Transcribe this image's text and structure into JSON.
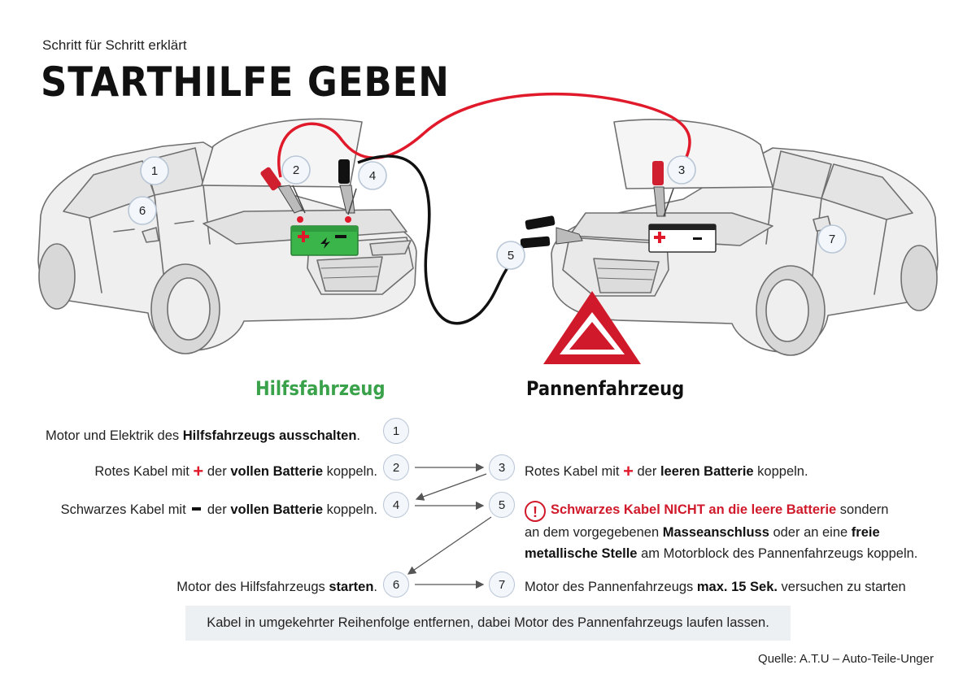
{
  "header": {
    "subtitle": "Schritt für Schritt erklärt",
    "title": "STARTHILFE GEBEN"
  },
  "vehicles": {
    "help": "Hilfsfahrzeug",
    "broken": "Pannenfahrzeug"
  },
  "diagram_markers": [
    "1",
    "2",
    "3",
    "4",
    "5",
    "6",
    "7"
  ],
  "steps": {
    "s1": {
      "num": "1",
      "pre": "Motor und Elektrik des ",
      "bold": "Hilfsfahrzeugs ausschalten",
      "post": "."
    },
    "s2": {
      "num": "2",
      "pre": "Rotes Kabel mit ",
      "mid": " der ",
      "bold": "vollen Batterie",
      "post": " koppeln."
    },
    "s3": {
      "num": "3",
      "pre": "Rotes Kabel mit ",
      "mid": " der ",
      "bold": "leeren Batterie",
      "post": " koppeln."
    },
    "s4": {
      "num": "4",
      "pre": "Schwarzes Kabel mit ",
      "mid": " der ",
      "bold": "vollen Batterie",
      "post": " koppeln."
    },
    "s5": {
      "num": "5",
      "warn": "!",
      "red": "Schwarzes Kabel NICHT an die leere Batterie",
      "a": " sondern",
      "b": "an dem vorgegebenen ",
      "b_bold": "Masseanschluss",
      "c": " oder an eine ",
      "c_bold": "freie",
      "d_bold": "metallische Stelle",
      "d": " am Motorblock des Pannenfahrzeugs koppeln."
    },
    "s6": {
      "num": "6",
      "pre": "Motor des Hilfsfahrzeugs ",
      "bold": "starten",
      "post": "."
    },
    "s7": {
      "num": "7",
      "pre": "Motor des Pannenfahrzeugs ",
      "bold": "max. 15 Sek.",
      "post": " versuchen zu starten"
    }
  },
  "footer": {
    "note": "Kabel in umgekehrter Reihenfolge entfernen, dabei Motor des Pannenfahrzeugs laufen lassen.",
    "source": "Quelle: A.T.U – Auto-Teile-Unger"
  },
  "colors": {
    "help_green": "#3aa24a",
    "cable_red": "#e01a2b",
    "cable_black": "#111111",
    "battery_green": "#3ab54a",
    "warning_red": "#d01a2b"
  }
}
